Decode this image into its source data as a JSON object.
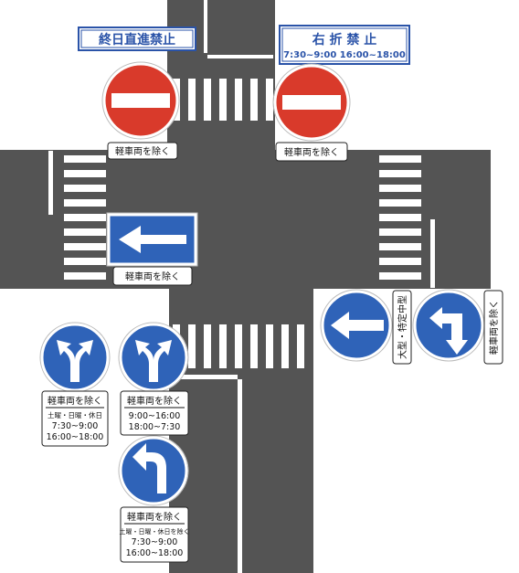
{
  "top_signs": {
    "left": {
      "title": "終日直進禁止",
      "plate": "軽車両を除く"
    },
    "right": {
      "title": "右 折 禁 止",
      "time": "7:30~9:00 16:00~18:00",
      "plate": "軽車両を除く"
    }
  },
  "one_way_sign": {
    "plate": "軽車両を除く"
  },
  "right_signs": {
    "left_plate": "大型・特定中型",
    "right_plate": "軽車両を除く"
  },
  "bottom_signs": {
    "sign1": {
      "header": "軽車両を除く",
      "lines": [
        "土曜・日曜・休日",
        "7:30~9:00",
        "16:00~18:00"
      ]
    },
    "sign2": {
      "header": "軽車両を除く",
      "lines": [
        "9:00~16:00",
        "18:00~7:30"
      ]
    },
    "sign3": {
      "header": "軽車両を除く",
      "lines": [
        "土曜・日曜・休日を除く",
        "7:30~9:00",
        "16:00~18:00"
      ]
    }
  },
  "colors": {
    "road": "#545454",
    "sign_blue": "#2f63b8",
    "sign_red": "#d93a2b",
    "panel_text": "#2a53a8"
  }
}
